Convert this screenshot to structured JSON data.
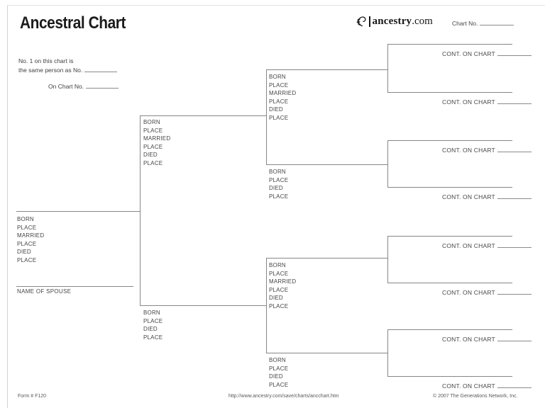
{
  "colors": {
    "line": "#878787",
    "text": "#414141",
    "title": "#1b1b1b"
  },
  "header": {
    "title": "Ancestral Chart",
    "brand_bold": "ancestry",
    "brand_suffix": ".com",
    "chart_no_label": "Chart No."
  },
  "note": {
    "line1": "No. 1 on this chart is",
    "line2": "the same person as No.",
    "line3": "On Chart No."
  },
  "field_labels": {
    "born": "BORN",
    "place": "PLACE",
    "married": "MARRIED",
    "died": "DIED"
  },
  "spouse_label": "NAME OF SPOUSE",
  "cont_label": "CONT. ON CHART",
  "footer": {
    "form_number": "Form # F120",
    "url": "http://www.ancestry.com/save/charts/ancchart.htm",
    "copyright": "© 2007 The Generations Network, Inc."
  }
}
